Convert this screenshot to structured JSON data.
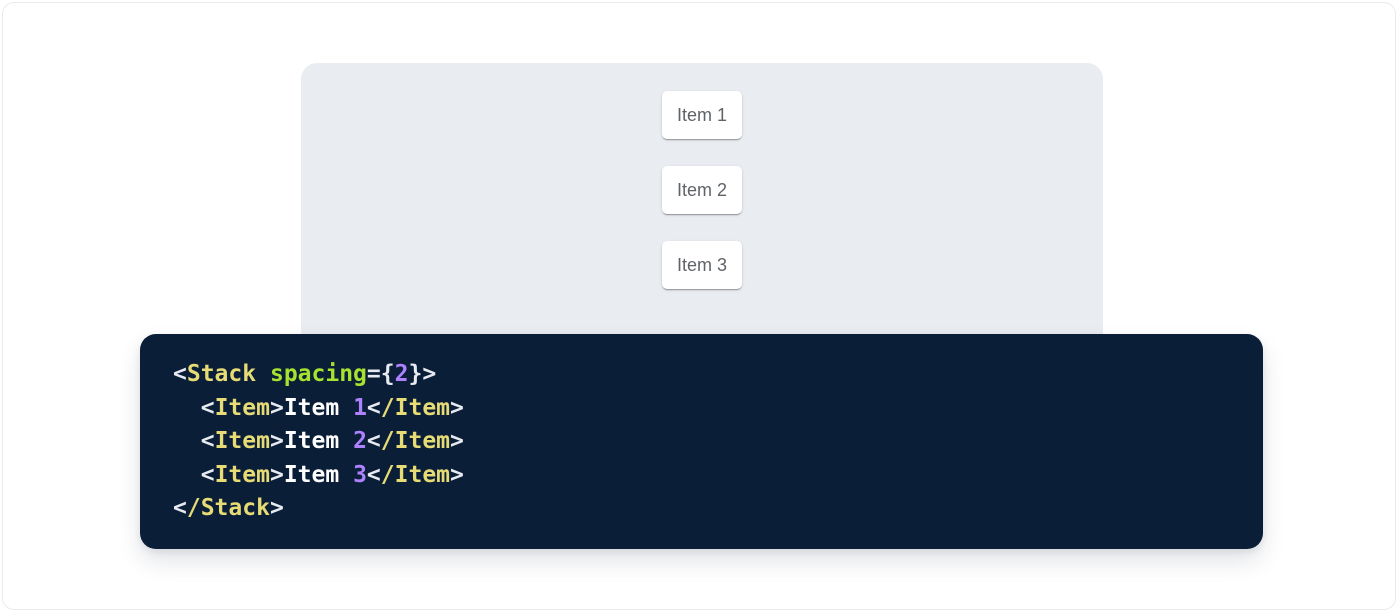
{
  "page": {
    "background": "#ffffff",
    "border_color": "#e8eaee"
  },
  "demo": {
    "panel_bg": "#e9ecf1",
    "items": [
      "Item 1",
      "Item 2",
      "Item 3"
    ]
  },
  "code": {
    "bg": "#0a1e38",
    "colors": {
      "punct": "#e7eaf0",
      "tag": "#e6db74",
      "attr": "#a6e22e",
      "num": "#ae81ff",
      "plain": "#ffffff"
    },
    "raw": "<Stack spacing={2}>\n  <Item>Item 1</Item>\n  <Item>Item 2</Item>\n  <Item>Item 3</Item>\n</Stack>",
    "lines": [
      [
        [
          "punct",
          "<"
        ],
        [
          "tag",
          "Stack"
        ],
        [
          "plain",
          " "
        ],
        [
          "attr",
          "spacing"
        ],
        [
          "punct",
          "="
        ],
        [
          "punct",
          "{"
        ],
        [
          "num",
          "2"
        ],
        [
          "punct",
          "}"
        ],
        [
          "punct",
          ">"
        ]
      ],
      [
        [
          "plain",
          "  "
        ],
        [
          "punct",
          "<"
        ],
        [
          "tag",
          "Item"
        ],
        [
          "punct",
          ">"
        ],
        [
          "plain",
          "Item "
        ],
        [
          "num",
          "1"
        ],
        [
          "punct",
          "<"
        ],
        [
          "tag",
          "/Item"
        ],
        [
          "punct",
          ">"
        ]
      ],
      [
        [
          "plain",
          "  "
        ],
        [
          "punct",
          "<"
        ],
        [
          "tag",
          "Item"
        ],
        [
          "punct",
          ">"
        ],
        [
          "plain",
          "Item "
        ],
        [
          "num",
          "2"
        ],
        [
          "punct",
          "<"
        ],
        [
          "tag",
          "/Item"
        ],
        [
          "punct",
          ">"
        ]
      ],
      [
        [
          "plain",
          "  "
        ],
        [
          "punct",
          "<"
        ],
        [
          "tag",
          "Item"
        ],
        [
          "punct",
          ">"
        ],
        [
          "plain",
          "Item "
        ],
        [
          "num",
          "3"
        ],
        [
          "punct",
          "<"
        ],
        [
          "tag",
          "/Item"
        ],
        [
          "punct",
          ">"
        ]
      ],
      [
        [
          "punct",
          "<"
        ],
        [
          "tag",
          "/Stack"
        ],
        [
          "punct",
          ">"
        ]
      ]
    ]
  }
}
